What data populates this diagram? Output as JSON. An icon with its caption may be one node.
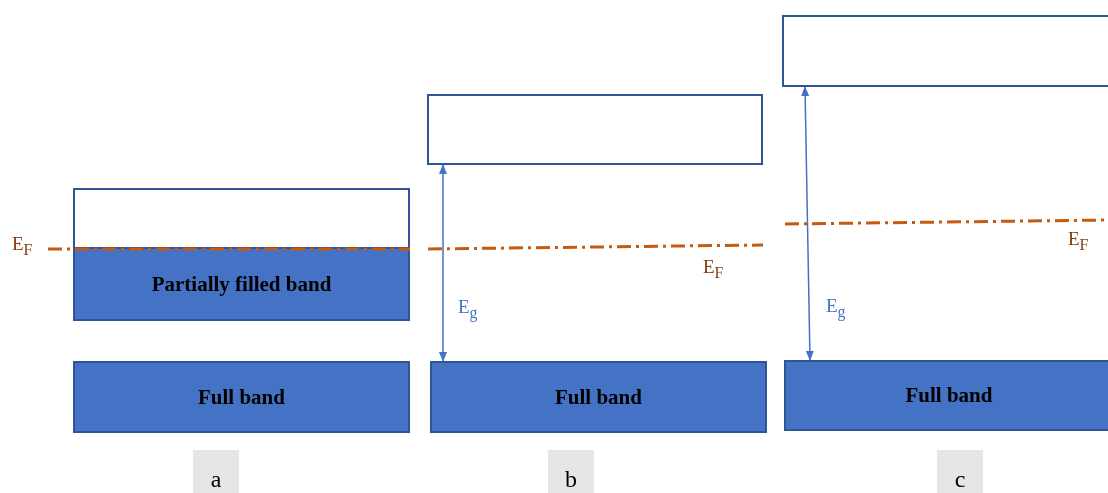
{
  "diagram": {
    "nodes": [
      {
        "text": [],
        "shape": "box"
      },
      {
        "text": [
          "Partially filled band"
        ]
      },
      {
        "text": [
          "Full band"
        ]
      },
      {
        "text": [],
        "shape": "box"
      },
      {
        "text": [
          "Full band"
        ]
      },
      {
        "text": [],
        "shape": "box"
      },
      {
        "text": [
          "Full band"
        ]
      }
    ],
    "edges": [
      {
        "from": 4,
        "to": 3,
        "arrow": "both",
        "label": "E$_{g}$"
      },
      {
        "from": 6,
        "to": 5,
        "arrow": "both",
        "label": "E$_{g}$"
      }
    ],
    "labels": [
      "E$_{F}$",
      "E$_{F}$",
      "E$_{F}$",
      "a",
      "b",
      "c"
    ]
  }
}
